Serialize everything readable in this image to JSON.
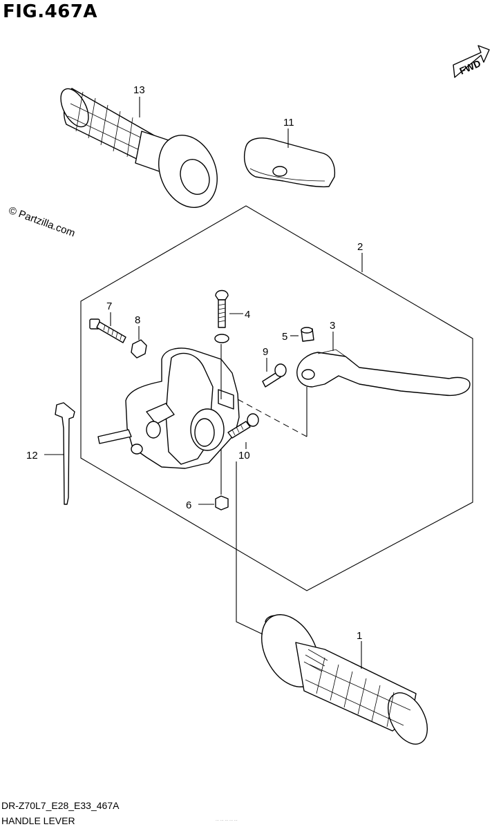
{
  "figure": {
    "title": "FIG.467A",
    "model_code": "DR-Z70L7_E28_E33_467A",
    "caption": "HANDLE LEVER",
    "watermark": "© Partzilla.com",
    "faint_note": "... ... ... ... ...",
    "direction_label": "FWD"
  },
  "callouts": [
    "1",
    "2",
    "3",
    "4",
    "5",
    "6",
    "7",
    "8",
    "9",
    "10",
    "11",
    "12",
    "13"
  ]
}
